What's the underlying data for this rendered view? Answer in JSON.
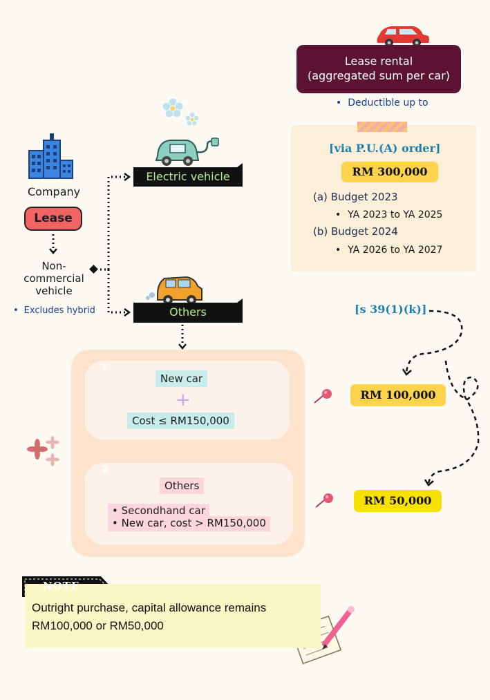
{
  "lease_rental": {
    "title_line1": "Lease rental",
    "title_line2": "(aggregated sum per car)",
    "deductible": "Deductible up to"
  },
  "order_card": {
    "pua": "[via P.U.(A) order]",
    "amount": "RM 300,000",
    "budget_a": "(a) Budget 2023",
    "ya_a": "YA 2023 to YA 2025",
    "budget_b": "(b) Budget 2024",
    "ya_b": "YA 2026 to YA 2027"
  },
  "left": {
    "company": "Company",
    "lease": "Lease",
    "ncv_line1": "Non-",
    "ncv_line2": "commercial",
    "ncv_line3": "vehicle",
    "excludes": "Excludes hybrid"
  },
  "branches": {
    "ev": "Electric vehicle",
    "others": "Others"
  },
  "cases": {
    "one_num": "1",
    "new_car": "New car",
    "plus": "+",
    "cost_le": "Cost ≤ RM150,000",
    "two_num": "2",
    "others": "Others",
    "secondhand": "• Secondhand car",
    "new_car_gt": "• New car, cost > RM150,000"
  },
  "limits": {
    "section": "[s 39(1)(k)]",
    "rm100": "RM 100,000",
    "rm50": "RM 50,000"
  },
  "note": {
    "label": "NOTE",
    "line1": "Outright purchase, capital allowance remains",
    "line2": "RM100,000 or RM50,000"
  },
  "colors": {
    "maroon": "#5b1233",
    "yellow": "#fcd34d",
    "navy": "#183f8e",
    "teal": "#1f7fb2",
    "peach": "#fde3cb"
  }
}
